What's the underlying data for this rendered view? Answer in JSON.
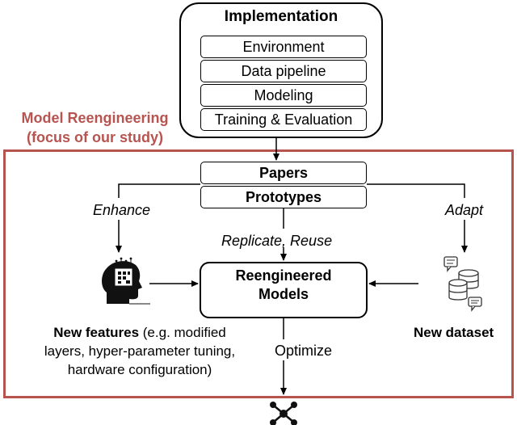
{
  "implementation": {
    "title": "Implementation",
    "items": [
      "Environment",
      "Data pipeline",
      "Modeling",
      "Training & Evaluation"
    ]
  },
  "reengineering": {
    "label_line1": "Model Reengineering",
    "label_line2": "(focus of our study)"
  },
  "sources": {
    "papers": "Papers",
    "prototypes": "Prototypes"
  },
  "edges": {
    "enhance": "Enhance",
    "adapt": "Adapt",
    "replicate": "Replicate, Reuse",
    "optimize": "Optimize"
  },
  "models": {
    "line1": "Reengineered",
    "line2": "Models"
  },
  "features": {
    "bold": "New features",
    "rest_line1": " (e.g. modified",
    "line2": "layers, hyper-parameter tuning,",
    "line3": "hardware configuration)"
  },
  "dataset": {
    "label": "New dataset"
  },
  "icons": {
    "features": "brain-chip-icon",
    "dataset": "database-icon",
    "output": "network-graph-icon"
  },
  "colors": {
    "accent": "#b85450",
    "ink": "#000000"
  }
}
